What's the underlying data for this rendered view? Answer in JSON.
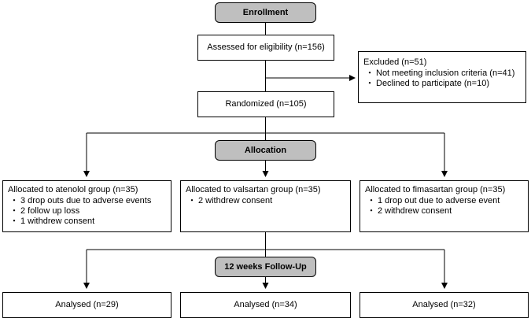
{
  "stages": {
    "enrollment": "Enrollment",
    "allocation": "Allocation",
    "followup": "12 weeks Follow-Up"
  },
  "assessed": "Assessed for eligibility (n=156)",
  "excluded": {
    "title": "Excluded (n=51)",
    "items": [
      "Not meeting inclusion criteria (n=41)",
      "Declined to participate (n=10)"
    ]
  },
  "randomized": "Randomized (n=105)",
  "bullet": "・",
  "groups": [
    {
      "title": "Allocated to atenolol group (n=35)",
      "items": [
        "3 drop outs due to adverse events",
        "2 follow up loss",
        "1 withdrew consent"
      ],
      "analysed": "Analysed (n=29)"
    },
    {
      "title": "Allocated to valsartan group (n=35)",
      "items": [
        "2 withdrew consent"
      ],
      "analysed": "Analysed (n=34)"
    },
    {
      "title": "Allocated to fimasartan group (n=35)",
      "items": [
        "1 drop out due to adverse event",
        "2 withdrew consent"
      ],
      "analysed": "Analysed (n=32)"
    }
  ]
}
